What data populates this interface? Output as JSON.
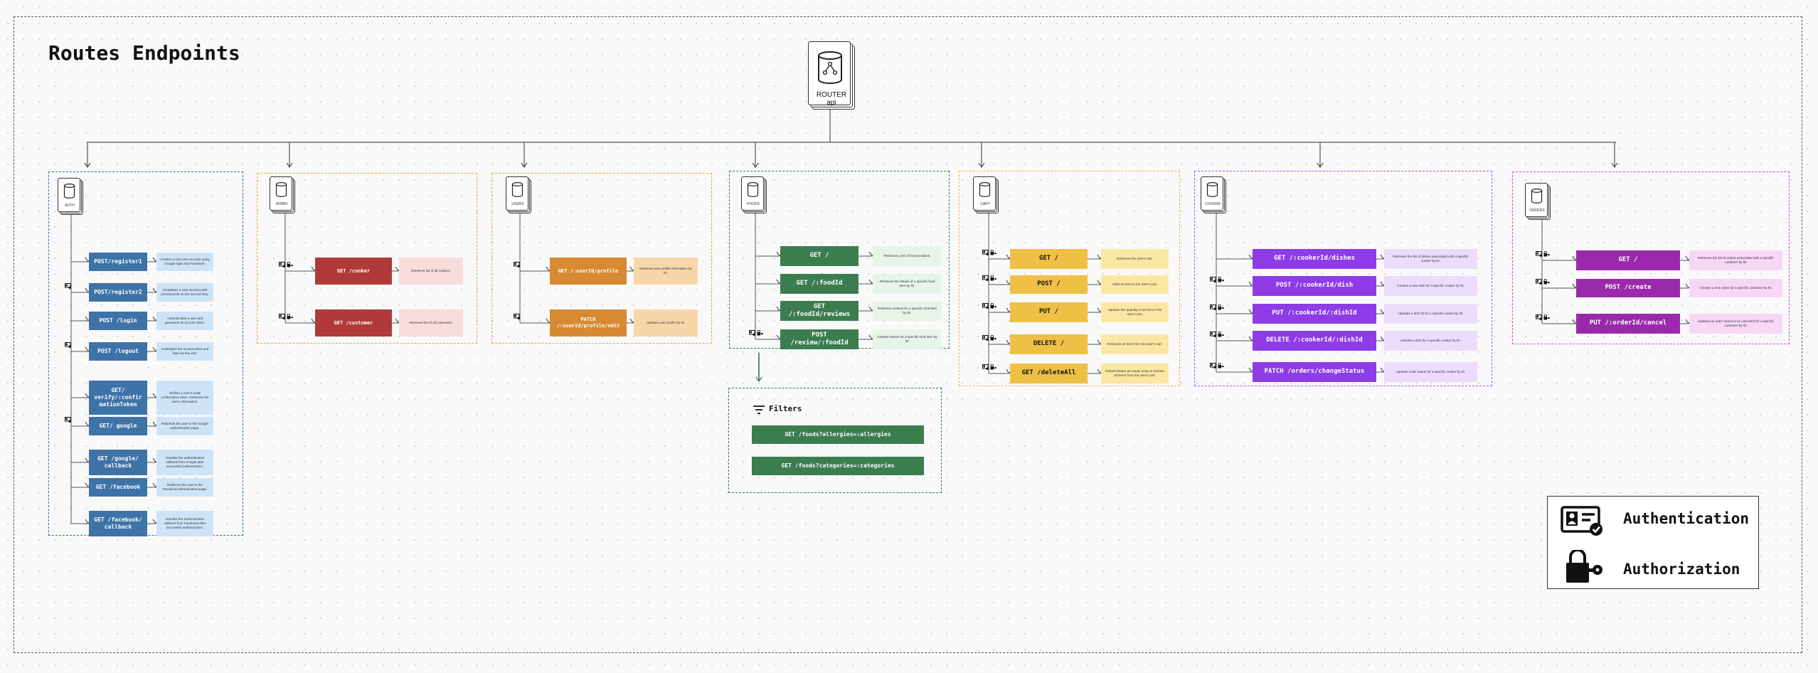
{
  "title": "Routes Endpoints",
  "router": {
    "name": "ROUTER",
    "sub": "api"
  },
  "groups": [
    {
      "name": "AUTH",
      "color": "#2f6fb0",
      "btn": "#3e73a8",
      "desc_bg": "#cde4f8",
      "endpoints": [
        {
          "label": "POST/register1",
          "icons": [],
          "desc": "Creates a new user account using Google login and Facebook."
        },
        {
          "label": "POST/register2",
          "icons": [
            "auth"
          ],
          "desc": "Completes a user account with personal info on the second step."
        },
        {
          "label": "POST /login",
          "icons": [],
          "desc": "Authenticates a user and generates an access token."
        },
        {
          "label": "POST /logout",
          "icons": [
            "auth"
          ],
          "desc": "Invalidates the access token and logs out the user."
        },
        {
          "label": "GET/ verify/:confir mationToken",
          "icons": [],
          "desc": "Verifies a user's email confirmation token. Retrieves the user's information."
        },
        {
          "label": "GET/ google",
          "icons": [
            "auth"
          ],
          "desc": "Redirects the user to the Google authentication page."
        },
        {
          "label": "GET /google/ callback",
          "icons": [],
          "desc": "Handles the authentication callback from Google after successful authentication."
        },
        {
          "label": "GET /facebook",
          "icons": [],
          "desc": "Redirects the user to the Facebook authentication page."
        },
        {
          "label": "GET /facebook/ callback",
          "icons": [],
          "desc": "Handles the authentication callback from Facebook after successful authentication."
        }
      ]
    },
    {
      "name": "ADMIN",
      "color": "#e8a33c",
      "btn": "#b03a3a",
      "desc_bg": "#f8dcdc",
      "endpoints": [
        {
          "label": "GET /cooker",
          "icons": [
            "auth",
            "authz"
          ],
          "desc": "Retrieves list of all cookers."
        },
        {
          "label": "GET /customer",
          "icons": [
            "auth",
            "authz"
          ],
          "desc": "Retrieves list of all customers."
        }
      ]
    },
    {
      "name": "USERS",
      "color": "#e8a33c",
      "btn": "#d78a32",
      "desc_bg": "#f7d7aa",
      "endpoints": [
        {
          "label": "GET /:userId/profile",
          "icons": [
            "auth"
          ],
          "desc": "Retrieves user profile information by ID."
        },
        {
          "label": "PATCH /:userId/profile/edit",
          "icons": [
            "auth"
          ],
          "desc": "Updates user profile by ID."
        }
      ]
    },
    {
      "name": "FOODS",
      "color": "#2e7d4f",
      "btn": "#3b7d4f",
      "desc_bg": "#e6f5e8",
      "endpoints": [
        {
          "label": "GET /",
          "icons": [],
          "desc": "Retrieves a list of food products."
        },
        {
          "label": "GET /:foodId",
          "icons": [],
          "desc": "Retrieves the details of a specific food item by ID."
        },
        {
          "label": "GET /:foodId/reviews",
          "icons": [],
          "desc": "Retrieves reviews for a specific food item by ID."
        },
        {
          "label": "POST /review/:foodId",
          "icons": [
            "auth",
            "authz"
          ],
          "desc": "Creates review for a specific food item by ID."
        }
      ]
    },
    {
      "name": "CART",
      "color": "#e8b84c",
      "btn": "#efc046",
      "desc_bg": "#fbe7a4",
      "endpoints": [
        {
          "label": "GET /",
          "icons": [
            "auth",
            "authz"
          ],
          "desc": "Retrieves the user's cart."
        },
        {
          "label": "POST /",
          "icons": [
            "auth",
            "authz"
          ],
          "desc": "Adds an item to the user's cart."
        },
        {
          "label": "PUT /",
          "icons": [
            "auth",
            "authz"
          ],
          "desc": "Updates the quantity of an item in the user's cart."
        },
        {
          "label": "DELETE /",
          "icons": [
            "auth",
            "authz"
          ],
          "desc": "Removes an item from the user's cart."
        },
        {
          "label": "GET /deleteAll",
          "icons": [
            "auth",
            "authz"
          ],
          "desc": "Deletes/clears an empty array to remove all items from the user's cart."
        }
      ]
    },
    {
      "name": "COOKER",
      "color": "#a259e8",
      "btn": "#8e3ce6",
      "desc_bg": "#ecdcfb",
      "endpoints": [
        {
          "label": "GET /:cookerId/dishes",
          "icons": [],
          "desc": "Retrieves the list of dishes associated with a specific cooker by ID."
        },
        {
          "label": "POST /:cookerId/dish",
          "icons": [
            "auth",
            "authz"
          ],
          "desc": "Creates a new dish for a specific cooker by ID."
        },
        {
          "label": "PUT /:cookerId/:dishId",
          "icons": [
            "auth",
            "authz"
          ],
          "desc": "Updates a dish ID for a specific cooker by ID."
        },
        {
          "label": "DELETE /:cookerId/:dishId",
          "icons": [
            "auth",
            "authz"
          ],
          "desc": "Deletes a dish for a specific cooker by ID."
        },
        {
          "label": "PATCH /orders/changeStatus",
          "icons": [
            "auth",
            "authz"
          ],
          "desc": "Updates order status for a specific cooker by ID."
        }
      ]
    },
    {
      "name": "ORDERS",
      "color": "#d44bd4",
      "btn": "#9a2aab",
      "desc_bg": "#f6d7f6",
      "endpoints": [
        {
          "label": "GET /",
          "icons": [
            "auth",
            "authz"
          ],
          "desc": "Retrieves the list of orders associated with a specific customer by ID."
        },
        {
          "label": "POST /create",
          "icons": [
            "auth",
            "authz"
          ],
          "desc": "Creates a new order for a specific customer by ID."
        },
        {
          "label": "PUT /:orderId/cancel",
          "icons": [
            "auth",
            "authz"
          ],
          "desc": "Updates an order status to be canceled for a specific customer by ID."
        }
      ]
    }
  ],
  "filters": {
    "title": "Filters",
    "items": [
      "GET /foods?allergies=:allergies",
      "GET /foods?categories=:categories"
    ]
  },
  "legend": {
    "authentication": "Authentication",
    "authorization": "Authorization"
  }
}
